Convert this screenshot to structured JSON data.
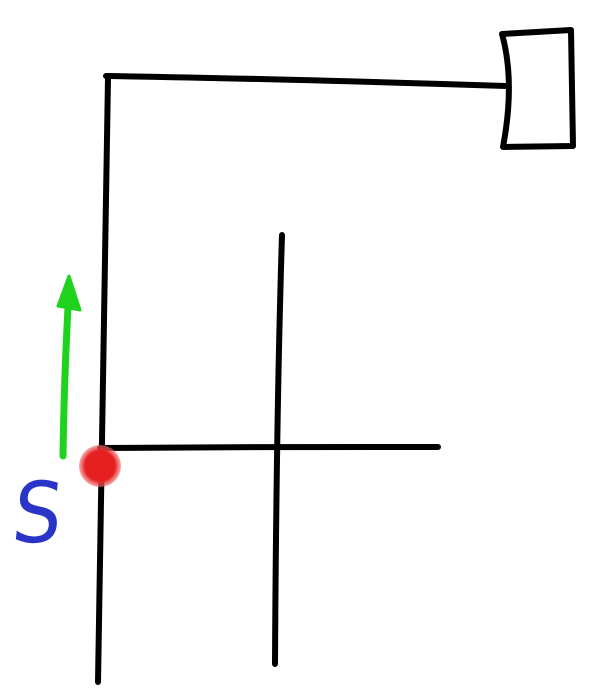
{
  "sketch": {
    "start_label": "S",
    "colors": {
      "ink": "#000000",
      "start_marker": "#e62020",
      "arrow": "#1ed21e",
      "label": "#2a35c8"
    },
    "icons": {
      "start_marker": "red-dot",
      "direction_arrow": "up-arrow",
      "goal": "rectangle-box"
    }
  }
}
